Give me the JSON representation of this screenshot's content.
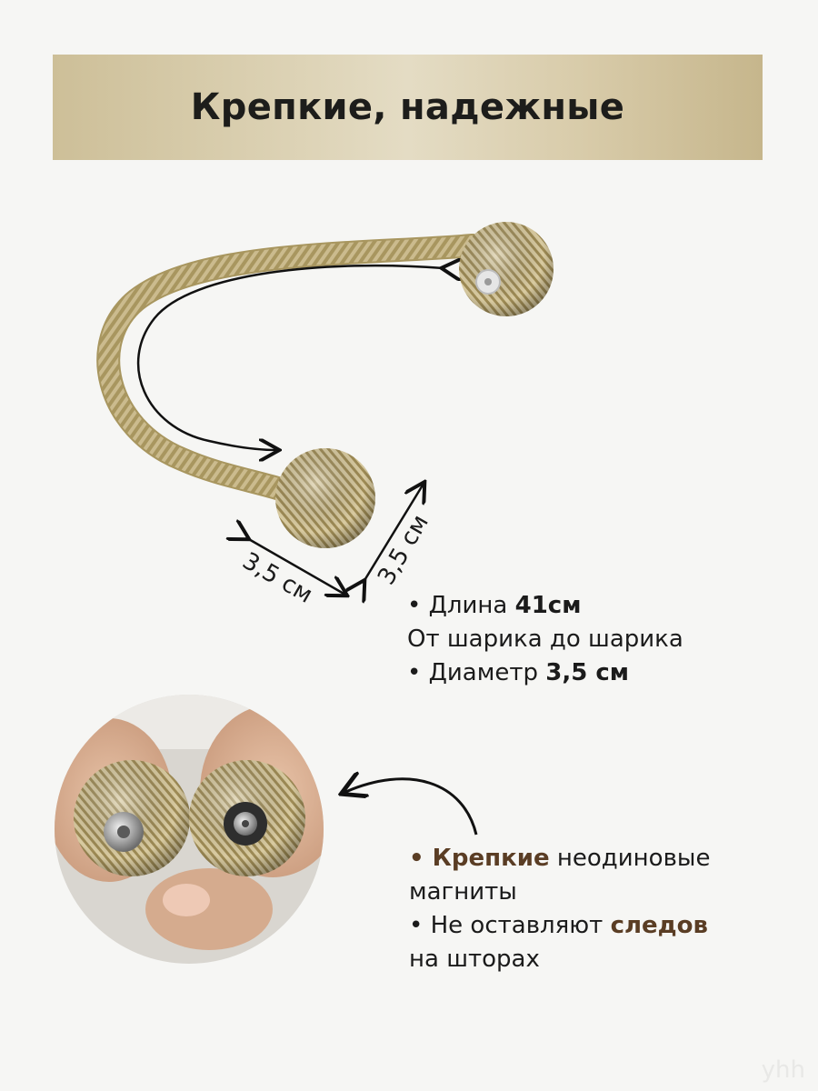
{
  "banner": {
    "title": "Крепкие, надежные"
  },
  "dimensions": {
    "width_label": "3,5 см",
    "height_label": "3,5 см"
  },
  "specs": {
    "length_prefix": "• Длина ",
    "length_value": "41см",
    "length_note": "От шарика до шарика",
    "diameter_prefix": "• Диаметр ",
    "diameter_value": "3,5 см"
  },
  "magnets": {
    "bullet": "• ",
    "strong_word": "Крепкие",
    "line1_rest": " неодиновые",
    "line2": "магниты",
    "line3_prefix": "• Не оставляют ",
    "line3_accent": "следов",
    "line4": "на шторах"
  },
  "watermark": "yhh",
  "colors": {
    "banner_gold": "#d9ceb0",
    "accent_brown": "#5a3d24",
    "rope_gold": "#c9b88a"
  }
}
